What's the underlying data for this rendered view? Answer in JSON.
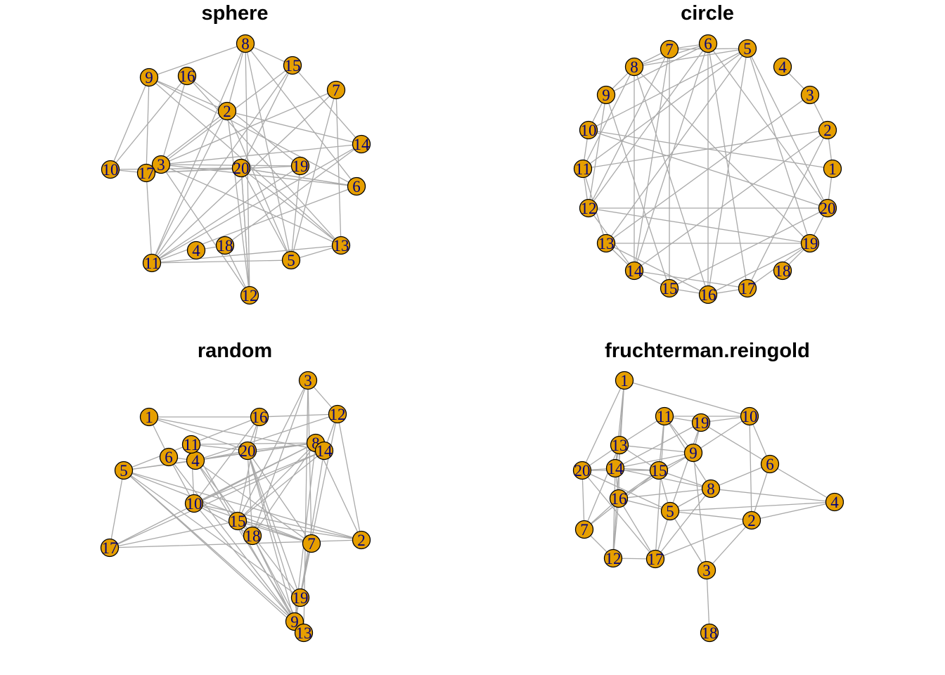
{
  "style": {
    "node_fill": "#e69f00",
    "node_stroke": "#000000",
    "label_color": "#000080",
    "edge_color": "#a9a9a9",
    "background": "#ffffff"
  },
  "panels": [
    {
      "id": "sphere",
      "title": "sphere",
      "nodes": [
        "1",
        "2",
        "3",
        "4",
        "5",
        "6",
        "7",
        "8",
        "9",
        "10",
        "11",
        "12",
        "13",
        "14",
        "15",
        "16",
        "17",
        "18",
        "19",
        "20"
      ],
      "edges": [
        [
          "8",
          "9"
        ],
        [
          "8",
          "15"
        ],
        [
          "8",
          "11"
        ],
        [
          "8",
          "5"
        ],
        [
          "8",
          "12"
        ],
        [
          "8",
          "6"
        ],
        [
          "8",
          "2"
        ],
        [
          "9",
          "10"
        ],
        [
          "9",
          "2"
        ],
        [
          "9",
          "13"
        ],
        [
          "9",
          "6"
        ],
        [
          "9",
          "17"
        ],
        [
          "16",
          "10"
        ],
        [
          "16",
          "19"
        ],
        [
          "16",
          "13"
        ],
        [
          "16",
          "3"
        ],
        [
          "15",
          "3"
        ],
        [
          "15",
          "14"
        ],
        [
          "15",
          "1"
        ],
        [
          "15",
          "11"
        ],
        [
          "7",
          "3"
        ],
        [
          "7",
          "11"
        ],
        [
          "7",
          "5"
        ],
        [
          "7",
          "13"
        ],
        [
          "2",
          "17"
        ],
        [
          "2",
          "11"
        ],
        [
          "2",
          "12"
        ],
        [
          "2",
          "14"
        ],
        [
          "2",
          "5"
        ],
        [
          "3",
          "6"
        ],
        [
          "3",
          "19"
        ],
        [
          "3",
          "12"
        ],
        [
          "3",
          "13"
        ],
        [
          "10",
          "17"
        ],
        [
          "10",
          "20"
        ],
        [
          "17",
          "1"
        ],
        [
          "17",
          "11"
        ],
        [
          "17",
          "19"
        ],
        [
          "14",
          "3"
        ],
        [
          "14",
          "11"
        ],
        [
          "14",
          "18"
        ],
        [
          "20",
          "6"
        ],
        [
          "20",
          "13"
        ],
        [
          "20",
          "12"
        ],
        [
          "19",
          "5"
        ],
        [
          "19",
          "11"
        ],
        [
          "6",
          "11"
        ],
        [
          "6",
          "1"
        ],
        [
          "11",
          "5"
        ],
        [
          "11",
          "13"
        ],
        [
          "4",
          "18"
        ],
        [
          "18",
          "12"
        ],
        [
          "5",
          "13"
        ],
        [
          "1",
          "5"
        ],
        [
          "1",
          "12"
        ]
      ]
    },
    {
      "id": "circle",
      "title": "circle",
      "nodes": [
        "1",
        "2",
        "3",
        "4",
        "5",
        "6",
        "7",
        "8",
        "9",
        "10",
        "11",
        "12",
        "13",
        "14",
        "15",
        "16",
        "17",
        "18",
        "19",
        "20"
      ],
      "edges": [
        [
          "6",
          "7"
        ],
        [
          "6",
          "8"
        ],
        [
          "6",
          "9"
        ],
        [
          "6",
          "14"
        ],
        [
          "6",
          "16"
        ],
        [
          "6",
          "17"
        ],
        [
          "6",
          "20"
        ],
        [
          "6",
          "12"
        ],
        [
          "5",
          "7"
        ],
        [
          "5",
          "8"
        ],
        [
          "5",
          "10"
        ],
        [
          "5",
          "11"
        ],
        [
          "5",
          "13"
        ],
        [
          "5",
          "16"
        ],
        [
          "5",
          "19"
        ],
        [
          "5",
          "20"
        ],
        [
          "4",
          "3"
        ],
        [
          "3",
          "2"
        ],
        [
          "2",
          "1"
        ],
        [
          "1",
          "20"
        ],
        [
          "7",
          "8"
        ],
        [
          "7",
          "15"
        ],
        [
          "7",
          "12"
        ],
        [
          "7",
          "14"
        ],
        [
          "8",
          "9"
        ],
        [
          "8",
          "14"
        ],
        [
          "8",
          "16"
        ],
        [
          "8",
          "11"
        ],
        [
          "8",
          "19"
        ],
        [
          "9",
          "10"
        ],
        [
          "9",
          "12"
        ],
        [
          "9",
          "15"
        ],
        [
          "10",
          "1"
        ],
        [
          "10",
          "11"
        ],
        [
          "10",
          "20"
        ],
        [
          "11",
          "12"
        ],
        [
          "11",
          "13"
        ],
        [
          "11",
          "2"
        ],
        [
          "12",
          "20"
        ],
        [
          "12",
          "19"
        ],
        [
          "12",
          "14"
        ],
        [
          "13",
          "14"
        ],
        [
          "13",
          "16"
        ],
        [
          "13",
          "19"
        ],
        [
          "13",
          "3"
        ],
        [
          "14",
          "15"
        ],
        [
          "14",
          "17"
        ],
        [
          "14",
          "2"
        ],
        [
          "15",
          "16"
        ],
        [
          "15",
          "20"
        ],
        [
          "16",
          "17"
        ],
        [
          "16",
          "19"
        ],
        [
          "17",
          "2"
        ],
        [
          "17",
          "19"
        ],
        [
          "18",
          "19"
        ],
        [
          "19",
          "20"
        ]
      ]
    },
    {
      "id": "random",
      "title": "random",
      "nodes": [
        "1",
        "2",
        "3",
        "4",
        "5",
        "6",
        "7",
        "8",
        "9",
        "10",
        "11",
        "12",
        "13",
        "14",
        "15",
        "16",
        "17",
        "18",
        "19",
        "20"
      ],
      "edges": [
        [
          "1",
          "6"
        ],
        [
          "1",
          "16"
        ],
        [
          "1",
          "20"
        ],
        [
          "1",
          "14"
        ],
        [
          "3",
          "12"
        ],
        [
          "3",
          "15"
        ],
        [
          "3",
          "7"
        ],
        [
          "3",
          "13"
        ],
        [
          "3",
          "18"
        ],
        [
          "12",
          "16"
        ],
        [
          "12",
          "4"
        ],
        [
          "12",
          "14"
        ],
        [
          "12",
          "9"
        ],
        [
          "12",
          "2"
        ],
        [
          "16",
          "15"
        ],
        [
          "16",
          "5"
        ],
        [
          "16",
          "10"
        ],
        [
          "16",
          "20"
        ],
        [
          "11",
          "20"
        ],
        [
          "11",
          "8"
        ],
        [
          "11",
          "10"
        ],
        [
          "11",
          "9"
        ],
        [
          "6",
          "4"
        ],
        [
          "6",
          "10"
        ],
        [
          "6",
          "9"
        ],
        [
          "4",
          "20"
        ],
        [
          "4",
          "8"
        ],
        [
          "4",
          "7"
        ],
        [
          "4",
          "19"
        ],
        [
          "4",
          "13"
        ],
        [
          "20",
          "8"
        ],
        [
          "20",
          "18"
        ],
        [
          "20",
          "9"
        ],
        [
          "20",
          "13"
        ],
        [
          "20",
          "19"
        ],
        [
          "20",
          "7"
        ],
        [
          "8",
          "14"
        ],
        [
          "8",
          "17"
        ],
        [
          "8",
          "15"
        ],
        [
          "8",
          "18"
        ],
        [
          "8",
          "10"
        ],
        [
          "8",
          "2"
        ],
        [
          "8",
          "9"
        ],
        [
          "14",
          "15"
        ],
        [
          "14",
          "19"
        ],
        [
          "14",
          "10"
        ],
        [
          "14",
          "17"
        ],
        [
          "5",
          "17"
        ],
        [
          "5",
          "2"
        ],
        [
          "5",
          "9"
        ],
        [
          "5",
          "13"
        ],
        [
          "5",
          "7"
        ],
        [
          "5",
          "19"
        ],
        [
          "5",
          "4"
        ],
        [
          "5",
          "8"
        ],
        [
          "10",
          "2"
        ],
        [
          "10",
          "7"
        ],
        [
          "10",
          "9"
        ],
        [
          "10",
          "18"
        ],
        [
          "15",
          "7"
        ],
        [
          "15",
          "2"
        ],
        [
          "15",
          "18"
        ],
        [
          "15",
          "17"
        ],
        [
          "18",
          "9"
        ],
        [
          "18",
          "13"
        ],
        [
          "17",
          "2"
        ],
        [
          "7",
          "19"
        ],
        [
          "7",
          "9"
        ],
        [
          "19",
          "9"
        ],
        [
          "9",
          "13"
        ]
      ]
    },
    {
      "id": "fruchterman",
      "title": "fruchterman.reingold",
      "nodes": [
        "1",
        "2",
        "3",
        "4",
        "5",
        "6",
        "7",
        "8",
        "9",
        "10",
        "11",
        "12",
        "13",
        "14",
        "15",
        "16",
        "17",
        "18",
        "19",
        "20"
      ],
      "edges": [
        [
          "1",
          "10"
        ],
        [
          "1",
          "20"
        ],
        [
          "1",
          "13"
        ],
        [
          "1",
          "12"
        ],
        [
          "1",
          "14"
        ],
        [
          "10",
          "19"
        ],
        [
          "10",
          "6"
        ],
        [
          "10",
          "2"
        ],
        [
          "10",
          "9"
        ],
        [
          "10",
          "11"
        ],
        [
          "11",
          "19"
        ],
        [
          "11",
          "13"
        ],
        [
          "11",
          "15"
        ],
        [
          "11",
          "9"
        ],
        [
          "11",
          "8"
        ],
        [
          "11",
          "17"
        ],
        [
          "19",
          "9"
        ],
        [
          "19",
          "5"
        ],
        [
          "19",
          "14"
        ],
        [
          "19",
          "6"
        ],
        [
          "9",
          "14"
        ],
        [
          "9",
          "15"
        ],
        [
          "9",
          "3"
        ],
        [
          "9",
          "13"
        ],
        [
          "9",
          "16"
        ],
        [
          "6",
          "8"
        ],
        [
          "6",
          "4"
        ],
        [
          "6",
          "2"
        ],
        [
          "4",
          "8"
        ],
        [
          "4",
          "2"
        ],
        [
          "4",
          "5"
        ],
        [
          "13",
          "20"
        ],
        [
          "13",
          "14"
        ],
        [
          "13",
          "16"
        ],
        [
          "13",
          "15"
        ],
        [
          "13",
          "7"
        ],
        [
          "14",
          "20"
        ],
        [
          "14",
          "15"
        ],
        [
          "14",
          "16"
        ],
        [
          "14",
          "8"
        ],
        [
          "14",
          "12"
        ],
        [
          "15",
          "16"
        ],
        [
          "15",
          "8"
        ],
        [
          "15",
          "5"
        ],
        [
          "15",
          "7"
        ],
        [
          "15",
          "20"
        ],
        [
          "16",
          "7"
        ],
        [
          "16",
          "12"
        ],
        [
          "16",
          "5"
        ],
        [
          "16",
          "17"
        ],
        [
          "16",
          "8"
        ],
        [
          "20",
          "7"
        ],
        [
          "20",
          "5"
        ],
        [
          "20",
          "17"
        ],
        [
          "5",
          "8"
        ],
        [
          "5",
          "3"
        ],
        [
          "5",
          "2"
        ],
        [
          "5",
          "17"
        ],
        [
          "2",
          "3"
        ],
        [
          "2",
          "17"
        ],
        [
          "7",
          "12"
        ],
        [
          "12",
          "17"
        ],
        [
          "3",
          "18"
        ],
        [
          "8",
          "17"
        ]
      ]
    }
  ]
}
